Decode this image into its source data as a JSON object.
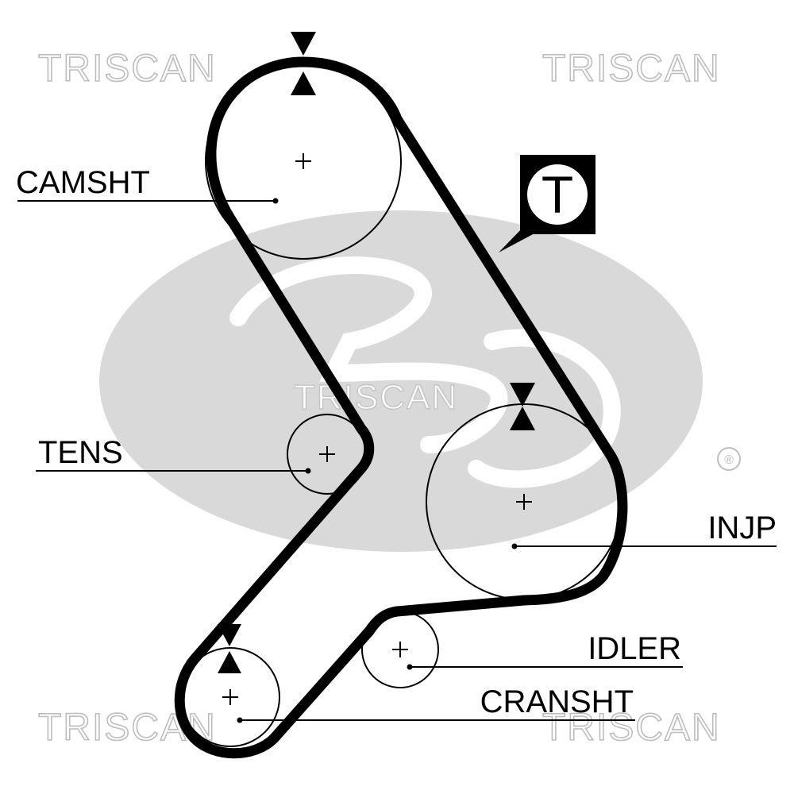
{
  "colors": {
    "belt": "#000000",
    "pulley_outline": "#000000",
    "watermark_logo": "#d9d9d9",
    "watermark_text": "#bdbdbd",
    "background": "#ffffff"
  },
  "watermark": {
    "brand_top_left": "TRISCAN",
    "brand_top_right": "TRISCAN",
    "brand_center": "TRISCAN",
    "brand_bottom_left": "TRISCAN",
    "brand_bottom_right": "TRISCAN",
    "registered_mark": "®"
  },
  "tension_marker": {
    "letter": "T"
  },
  "components": {
    "camshaft": {
      "label": "CAMSHT"
    },
    "tensioner": {
      "label": "TENS"
    },
    "injection_pump": {
      "label": "INJP"
    },
    "idler": {
      "label": "IDLER"
    },
    "crankshaft": {
      "label": "CRANSHT"
    }
  },
  "icons": {
    "timing_mark": "double-triangle-icon",
    "tension_point": "tension-callout-icon",
    "center": "plus-icon"
  }
}
